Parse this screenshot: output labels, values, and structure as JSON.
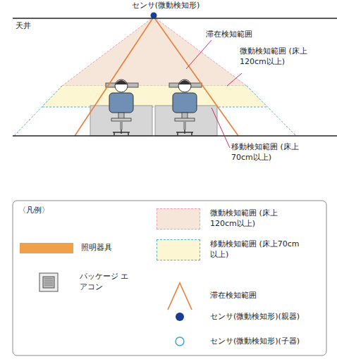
{
  "diagram": {
    "labels": [
      "センサ(微動検知形)",
      "天井",
      "滞在検知範囲",
      "微動検知範囲 (床上120cm以上)",
      "移動検知範囲 (床上70cm以上)",
      "〈凡例〉"
    ],
    "legend": [
      {
        "text": "照明器具",
        "color": "#f0a04b"
      },
      {
        "text": "パッケージ エアコン"
      },
      {
        "text": "微動検知範囲 (床上120cm以上)",
        "color": "#f6e6d9"
      },
      {
        "text": "移動検知範囲 (床上70cm以上)",
        "color": "#fdf6d2"
      },
      {
        "text": "滞在検知範囲"
      },
      {
        "text": "センサ(微動検知形)(親器)"
      },
      {
        "text": "センサ(微動検知形)(子器)"
      }
    ]
  }
}
